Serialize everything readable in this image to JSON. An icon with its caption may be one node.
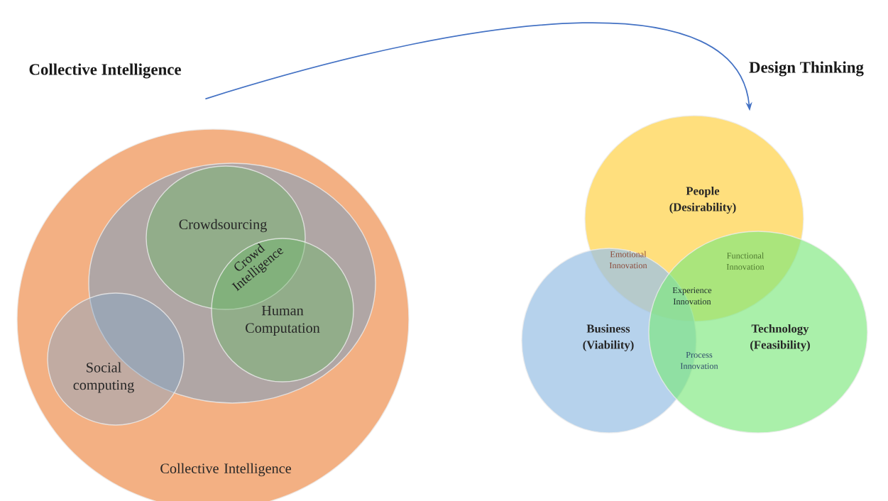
{
  "diagram": {
    "nodes": [
      {
        "text": [
          "Collective Intelligence"
        ]
      },
      {
        "text": [
          "Collective Intelligence"
        ]
      },
      {
        "text": [],
        "shape": "ellipse",
        "in": 1
      },
      {
        "text": [
          "Crowdsourcing"
        ],
        "in": 2
      },
      {
        "text": [
          "Human Computation"
        ],
        "in": 2
      },
      {
        "text": [
          "Social computing"
        ],
        "in": 1
      },
      {
        "text": [
          "Design Thinking"
        ]
      },
      {
        "text": [
          "People (Desirability)"
        ]
      },
      {
        "text": [
          "Business (Viability)"
        ]
      },
      {
        "text": [
          "Technology (Feasibility)"
        ]
      }
    ],
    "edges": [
      {
        "from": 0,
        "to": 6,
        "arrow": "to",
        "color": "#4472c4"
      }
    ],
    "labels": [
      "Crowd Intelligence",
      "Emotional Innovation",
      "Functional Innovation",
      "Experience Innovation",
      "Process Innovation"
    ]
  }
}
